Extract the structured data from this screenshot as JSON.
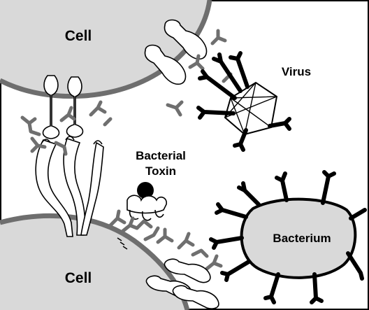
{
  "labels": {
    "cell_top": "Cell",
    "cell_bottom": "Cell",
    "virus": "Virus",
    "toxin_line1": "Bacterial",
    "toxin_line2": "Toxin",
    "bacterium": "Bacterium"
  },
  "colors": {
    "cell_fill": "#d9d9d9",
    "membrane": "#6e6e6e",
    "glycan": "#6f6f6f",
    "outline": "#000000",
    "background": "#ffffff"
  }
}
